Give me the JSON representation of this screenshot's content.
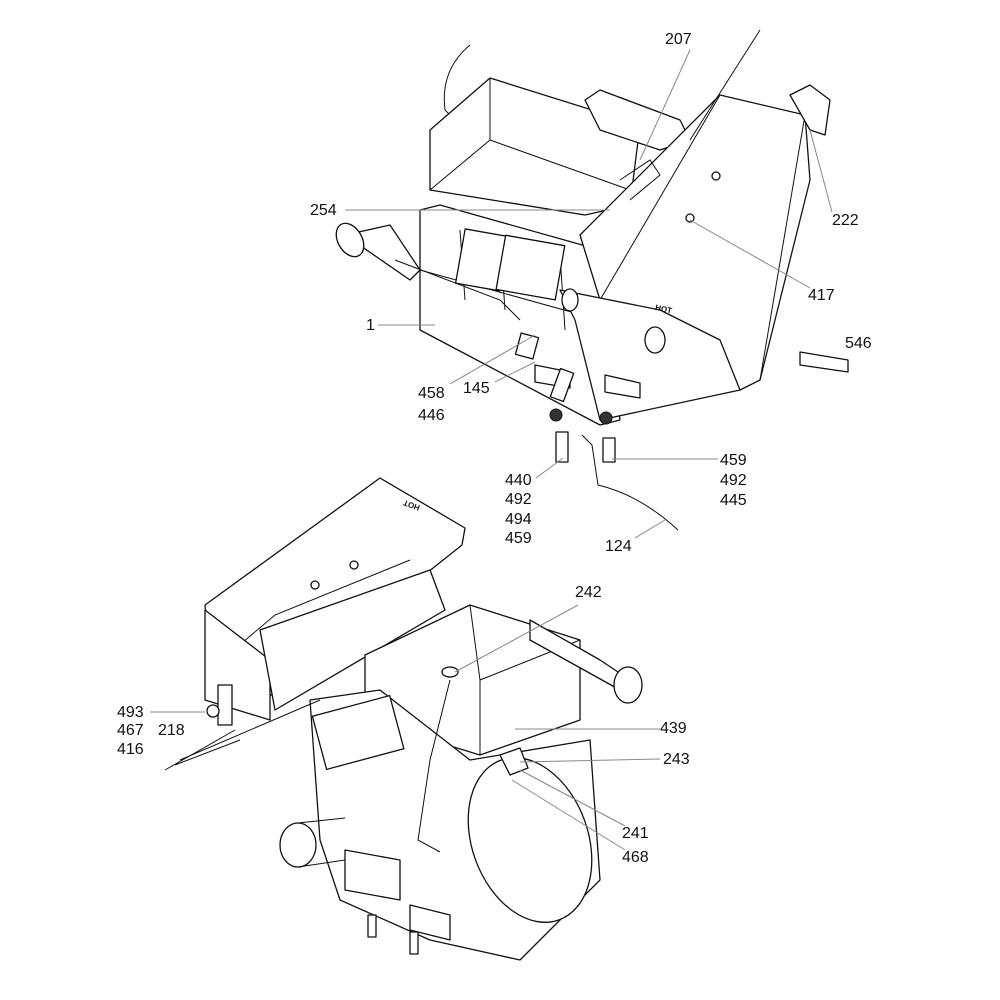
{
  "callouts": {
    "c207": "207",
    "c254": "254",
    "c222": "222",
    "c417": "417",
    "c1": "1",
    "c546": "546",
    "c458": "458",
    "c446": "446",
    "c145": "145",
    "g440": [
      "440",
      "492",
      "494",
      "459"
    ],
    "g459": [
      "459",
      "492",
      "445"
    ],
    "c124": "124",
    "c242": "242",
    "g493": [
      "493",
      "467",
      "416"
    ],
    "c218": "218",
    "c439": "439",
    "c243": "243",
    "c241": "241",
    "c468": "468"
  },
  "cover_marking": "HOT"
}
